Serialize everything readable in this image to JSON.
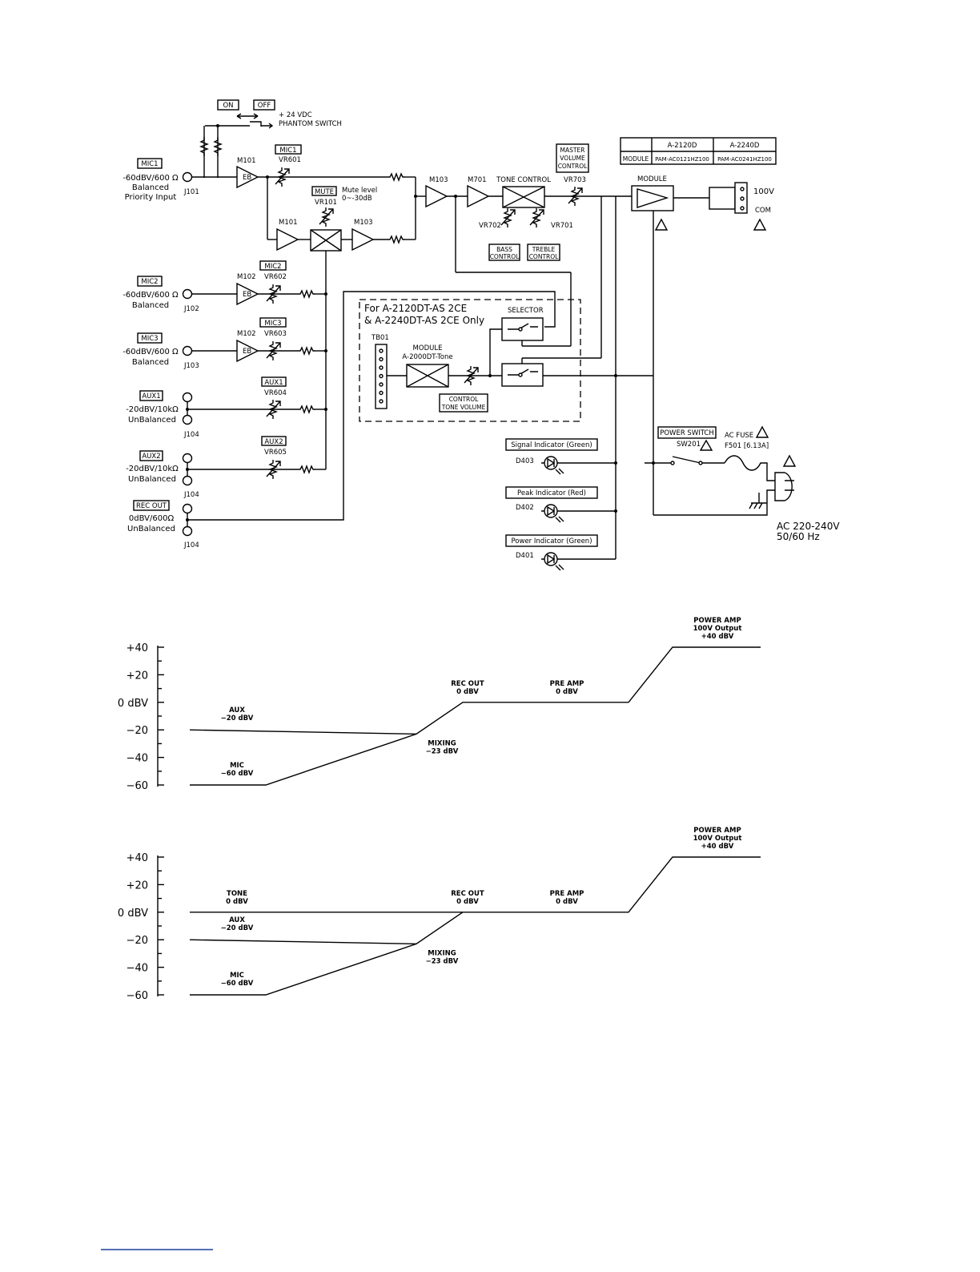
{
  "switch": {
    "on": "ON",
    "off": "OFF",
    "voltage": "+ 24 VDC",
    "name": "PHANTOM SWITCH"
  },
  "model_table": {
    "h1": "A-2120D",
    "h2": "A-2240D",
    "row_label": "MODULE",
    "v1": "PAM-AC0121HZ100",
    "v2": "PAM-AC0241HZ100"
  },
  "inputs": {
    "mic1": {
      "label": "MIC1",
      "l1": "-60dBV/600 Ω",
      "l2": "Balanced",
      "l3": "Priority Input",
      "jack": "J101"
    },
    "mic2": {
      "label": "MIC2",
      "l1": "-60dBV/600 Ω",
      "l2": "Balanced",
      "jack": "J102"
    },
    "mic3": {
      "label": "MIC3",
      "l1": "-60dBV/600 Ω",
      "l2": "Balanced",
      "jack": "J103"
    },
    "aux1": {
      "label": "AUX1",
      "l1": "-20dBV/10kΩ",
      "l2": "UnBalanced",
      "jack": "J104"
    },
    "aux2": {
      "label": "AUX2",
      "l1": "-20dBV/10kΩ",
      "l2": "UnBalanced",
      "jack": "J104"
    },
    "recout": {
      "label": "REC OUT",
      "l1": "0dBV/600Ω",
      "l2": "UnBalanced",
      "jack": "J104"
    }
  },
  "parts": {
    "m101": "M101",
    "m101b": "M101",
    "m102": "M102",
    "m102b": "M102",
    "m103": "M103",
    "m103b": "M103",
    "m701": "M701",
    "eb": "EB",
    "mic1_box": "MIC1",
    "vr601": "VR601",
    "mic2_box": "MIC2",
    "vr602": "VR602",
    "mic3_box": "MIC3",
    "vr603": "VR603",
    "aux1_box": "AUX1",
    "vr604": "VR604",
    "aux2_box": "AUX2",
    "vr605": "VR605",
    "mute": "MUTE",
    "mute_l1": "Mute level",
    "mute_l2": "0~-30dB",
    "vr101": "VR101",
    "tone_control": "TONE CONTROL",
    "vr702": "VR702",
    "vr701": "VR701",
    "bass1": "BASS",
    "bass2": "CONTROL",
    "treble1": "TREBLE",
    "treble2": "CONTROL",
    "master1": "MASTER",
    "master2": "VOLUME",
    "master3": "CONTROL",
    "vr703": "VR703",
    "module": "MODULE",
    "out_100v": "100V",
    "out_com": "COM",
    "dt_l1": "For A-2120DT-AS 2CE",
    "dt_l2": "& A-2240DT-AS 2CE Only",
    "tb01": "TB01",
    "selector": "SELECTOR",
    "dt_module1": "MODULE",
    "dt_module2": "A-2000DT-Tone",
    "ctv1": "CONTROL",
    "ctv2": "TONE VOLUME",
    "sig_ind": "Signal Indicator (Green)",
    "d403": "D403",
    "peak_ind": "Peak Indicator (Red)",
    "d402": "D402",
    "pwr_ind": "Power Indicator (Green)",
    "d401": "D401",
    "power_switch": "POWER SWITCH",
    "sw201": "SW201",
    "ac_fuse": "AC FUSE",
    "f501": "F501 [6.13A]",
    "ac_v": "AC 220-240V",
    "ac_hz": "50/60 Hz"
  },
  "level_chart_1": {
    "ticks": [
      "+40",
      "+20",
      "0 dBV",
      "−20",
      "−40",
      "−60"
    ],
    "aux": [
      "AUX",
      "−20 dBV"
    ],
    "mic": [
      "MIC",
      "−60 dBV"
    ],
    "mixing": [
      "MIXING",
      "−23 dBV"
    ],
    "recout": [
      "REC OUT",
      "0 dBV"
    ],
    "preamp": [
      "PRE AMP",
      "0 dBV"
    ],
    "poweramp": [
      "POWER AMP",
      "100V Output",
      "+40 dBV"
    ]
  },
  "level_chart_2": {
    "ticks": [
      "+40",
      "+20",
      "0 dBV",
      "−20",
      "−40",
      "−60"
    ],
    "tone": [
      "TONE",
      "0 dBV"
    ],
    "aux": [
      "AUX",
      "−20 dBV"
    ],
    "mic": [
      "MIC",
      "−60 dBV"
    ],
    "mixing": [
      "MIXING",
      "−23 dBV"
    ],
    "recout": [
      "REC OUT",
      "0 dBV"
    ],
    "preamp": [
      "PRE AMP",
      "0 dBV"
    ],
    "poweramp": [
      "POWER AMP",
      "100V Output",
      "+40 dBV"
    ]
  }
}
